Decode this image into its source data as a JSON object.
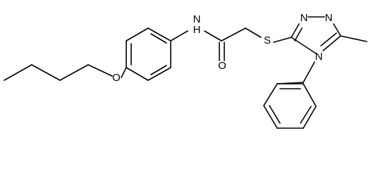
{
  "atoms": {
    "nh": "N",
    "h": "H",
    "o_ether": "O",
    "o_carbonyl": "O",
    "s": "S",
    "n_left": "N",
    "n_right": "N",
    "n_ring": "N"
  },
  "colors": {
    "bond": "#000000",
    "label": "#000000",
    "background": "#ffffff"
  }
}
